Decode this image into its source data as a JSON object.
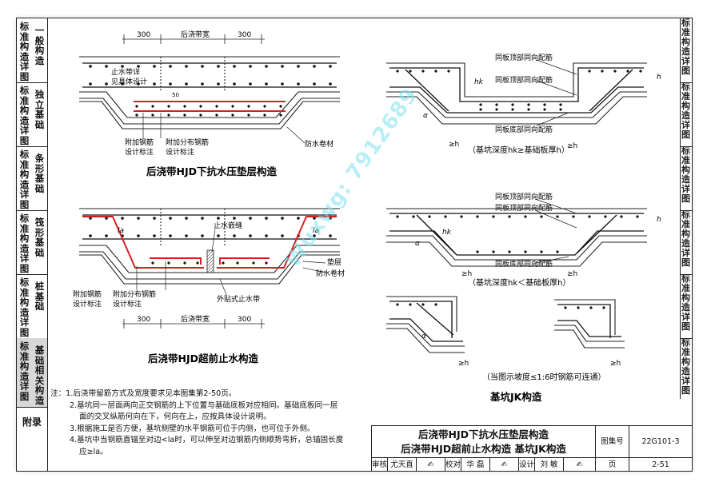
{
  "sidebar": {
    "sections": [
      {
        "col1": "标准构造详图",
        "col2": "一般构造"
      },
      {
        "col1": "标准构造详图",
        "col2": "独立基础"
      },
      {
        "col1": "标准构造详图",
        "col2": "条形基础"
      },
      {
        "col1": "标准构造详图",
        "col2": "筏形基础"
      },
      {
        "col1": "标准构造详图",
        "col2": "桩基础"
      },
      {
        "col1": "标准构造详图",
        "col2": "基础相关构造"
      }
    ],
    "appendix": "附录"
  },
  "right_strip": {
    "sections": [
      "标准构造详图",
      "标准构造详图",
      "标准构造详图",
      "标准构造详图",
      "标准构造详图",
      "标准构造详图"
    ]
  },
  "diagram1": {
    "dim_300_left": "300",
    "dim_width": "后浇带宽",
    "dim_300_right": "300",
    "note_top_1": "止水带详",
    "note_top_2": "见具体设计",
    "dim_50": "50",
    "label_add_rebar_1": "附加钢筋",
    "label_add_rebar_2": "设计标注",
    "label_dist_rebar_1": "附加分布钢筋",
    "label_dist_rebar_2": "设计标注",
    "label_membrane": "防水卷材",
    "caption": "后浇带HJD下抗水压垫层构造"
  },
  "diagram2": {
    "label_waterstop_joint": "止水嵌缝",
    "label_la_left": "la",
    "label_la_right": "la",
    "label_cushion": "垫层",
    "label_membrane": "防水卷材",
    "label_add_rebar_1": "附加钢筋",
    "label_add_rebar_2": "设计标注",
    "label_dist_rebar_1": "附加分布钢筋",
    "label_dist_rebar_2": "设计标注",
    "label_ext_waterstop": "外贴式止水带",
    "dim_300_left": "300",
    "dim_width": "后浇带宽",
    "dim_300_right": "300",
    "caption": "后浇带HJD超前止水构造"
  },
  "diagram3": {
    "label_top_same_1": "同板顶部同向配筋",
    "label_top_same_2": "同板顶部同向配筋",
    "label_bottom_same": "同板底部同向配筋",
    "label_h": "h",
    "label_hk": "hk",
    "label_gt_h_left": "≥h",
    "label_gt_h_right": "≥h",
    "label_alpha": "α",
    "note": "（基坑深度hk≥基础板厚h）"
  },
  "diagram4": {
    "label_top_same_1": "同板顶部同向配筋",
    "label_top_same_2": "同板顶部同向配筋",
    "label_bottom_same": "同板底部同向配筋",
    "label_h": "h",
    "label_hk": "hk",
    "label_gt_h_left": "≥h",
    "label_gt_h_right": "≥h",
    "label_alpha": "α",
    "note": "（基坑深度hk＜基础板厚h）"
  },
  "diagram5": {
    "label_gt_h_left": "≥h",
    "label_gt_h_right": "≥h",
    "label_alpha": "α",
    "note": "（当图示坡度≤1:6时钢筋可连通）",
    "caption": "基坑JK构造"
  },
  "notes": [
    "注：1.后浇带留筋方式及宽度要求见本图集第2-50页。",
    "2.基坑同一层面两向正交钢筋的上下位置与基础底板对应相同。基础底板同一层",
    "面的交叉纵筋何向在下，何向在上，应按具体设计说明。",
    "3.根据施工是否方便，基坑侧壁的水平钢筋可位于内侧，也可位于外侧。",
    "4.基坑中当钢筋直锚至对边<la时，可以伸至对边钢筋内侧顺势弯折，总锚固长度",
    "应≥la。"
  ],
  "title_block": {
    "title_line1": "后浇带HJD下抗水压垫层构造",
    "title_line2": "后浇带HJD超前止水构造   基坑JK构造",
    "atlas_label": "图集号",
    "atlas_no": "22G101-3",
    "review_label": "审核",
    "review_name": "尤天直",
    "check_label": "校对",
    "check_name": "华 磊",
    "design_label": "设计",
    "design_name": "刘 敏",
    "page_label": "页",
    "page_no": "2-51"
  },
  "watermark": "Wuxwg: 7912689"
}
